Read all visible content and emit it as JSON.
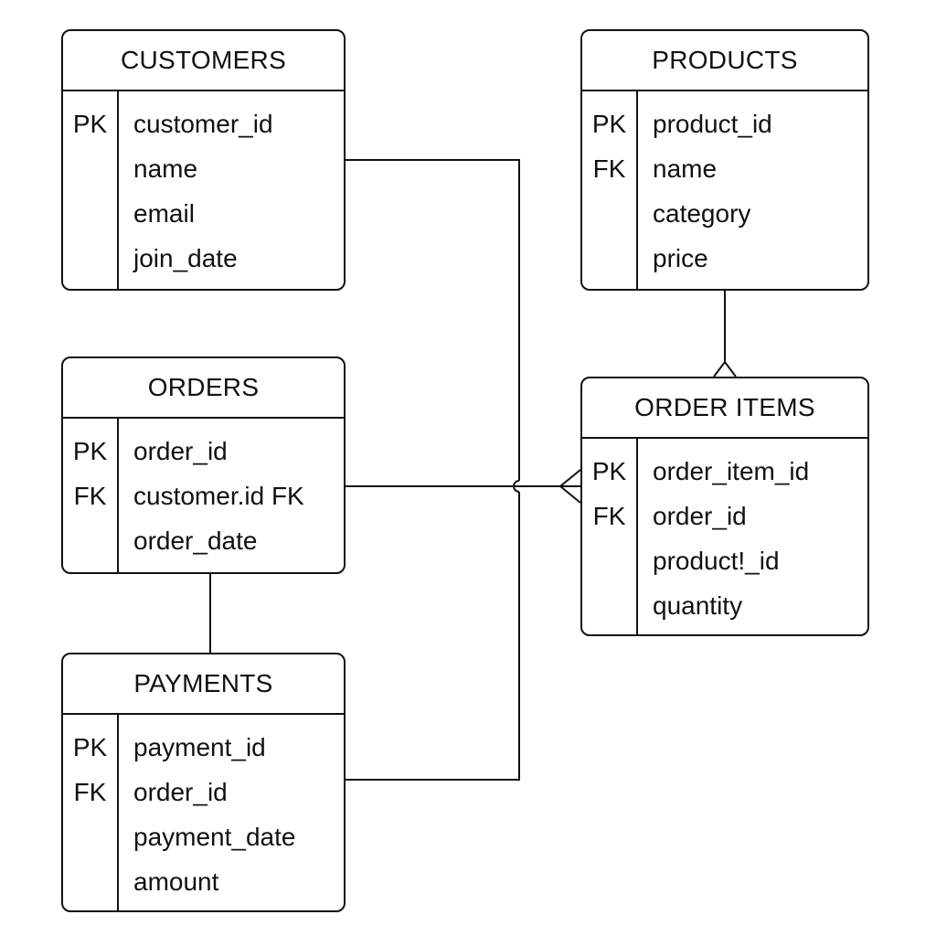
{
  "entities": {
    "customers": {
      "title": "CUSTOMERS",
      "rows": [
        {
          "key": "PK",
          "attr": "customer_id"
        },
        {
          "key": "",
          "attr": "name"
        },
        {
          "key": "",
          "attr": "email"
        },
        {
          "key": "",
          "attr": "join_date"
        }
      ]
    },
    "products": {
      "title": "PRODUCTS",
      "rows": [
        {
          "key": "PK",
          "attr": "product_id"
        },
        {
          "key": "FK",
          "attr": "name"
        },
        {
          "key": "",
          "attr": "category"
        },
        {
          "key": "",
          "attr": "price"
        }
      ]
    },
    "orders": {
      "title": "ORDERS",
      "rows": [
        {
          "key": "PK",
          "attr": "order_id"
        },
        {
          "key": "FK",
          "attr": "customer.id FK"
        },
        {
          "key": "",
          "attr": "order_date"
        }
      ]
    },
    "order_items": {
      "title": "ORDER ITEMS",
      "rows": [
        {
          "key": "PK",
          "attr": "order_item_id"
        },
        {
          "key": "FK",
          "attr": "order_id"
        },
        {
          "key": "",
          "attr": "product!_id"
        },
        {
          "key": "",
          "attr": "quantity"
        }
      ]
    },
    "payments": {
      "title": "PAYMENTS",
      "rows": [
        {
          "key": "PK",
          "attr": "payment_id"
        },
        {
          "key": "FK",
          "attr": "order_id"
        },
        {
          "key": "",
          "attr": "payment_date"
        },
        {
          "key": "",
          "attr": "amount"
        }
      ]
    }
  },
  "colors": {
    "line": "#111111",
    "background": "#ffffff"
  }
}
